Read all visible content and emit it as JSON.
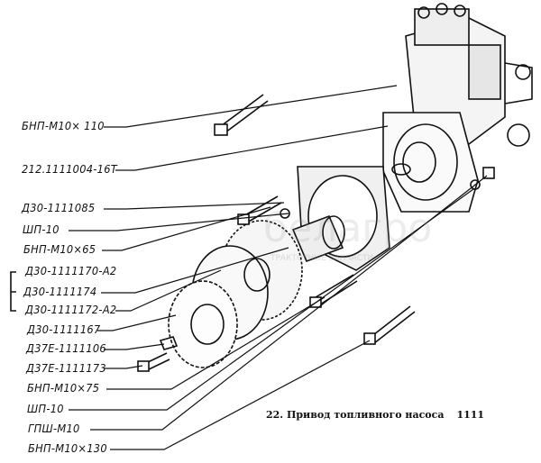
{
  "labels": [
    "БНП-М10× 110",
    "212.1111004-16Т",
    "Д30-1111085",
    "ШП-10",
    "БНП-М10×65",
    "Д30-1111170-А2",
    "Д30-1111174",
    "Д30-1111172-А2",
    "Д30-1111167",
    "Д37Е-1111106",
    "Д37Е-1111173",
    "БНП-М10×75",
    "ШП-10",
    "ГПШ-М10",
    "БНП-М10×130"
  ],
  "caption": {
    "title": "22. Привод топливного насоса",
    "code": "1111"
  },
  "watermark": {
    "text": "белагро",
    "subtext": "ТРАКТОРНЫЕ ЗАПЧАСТИ"
  }
}
